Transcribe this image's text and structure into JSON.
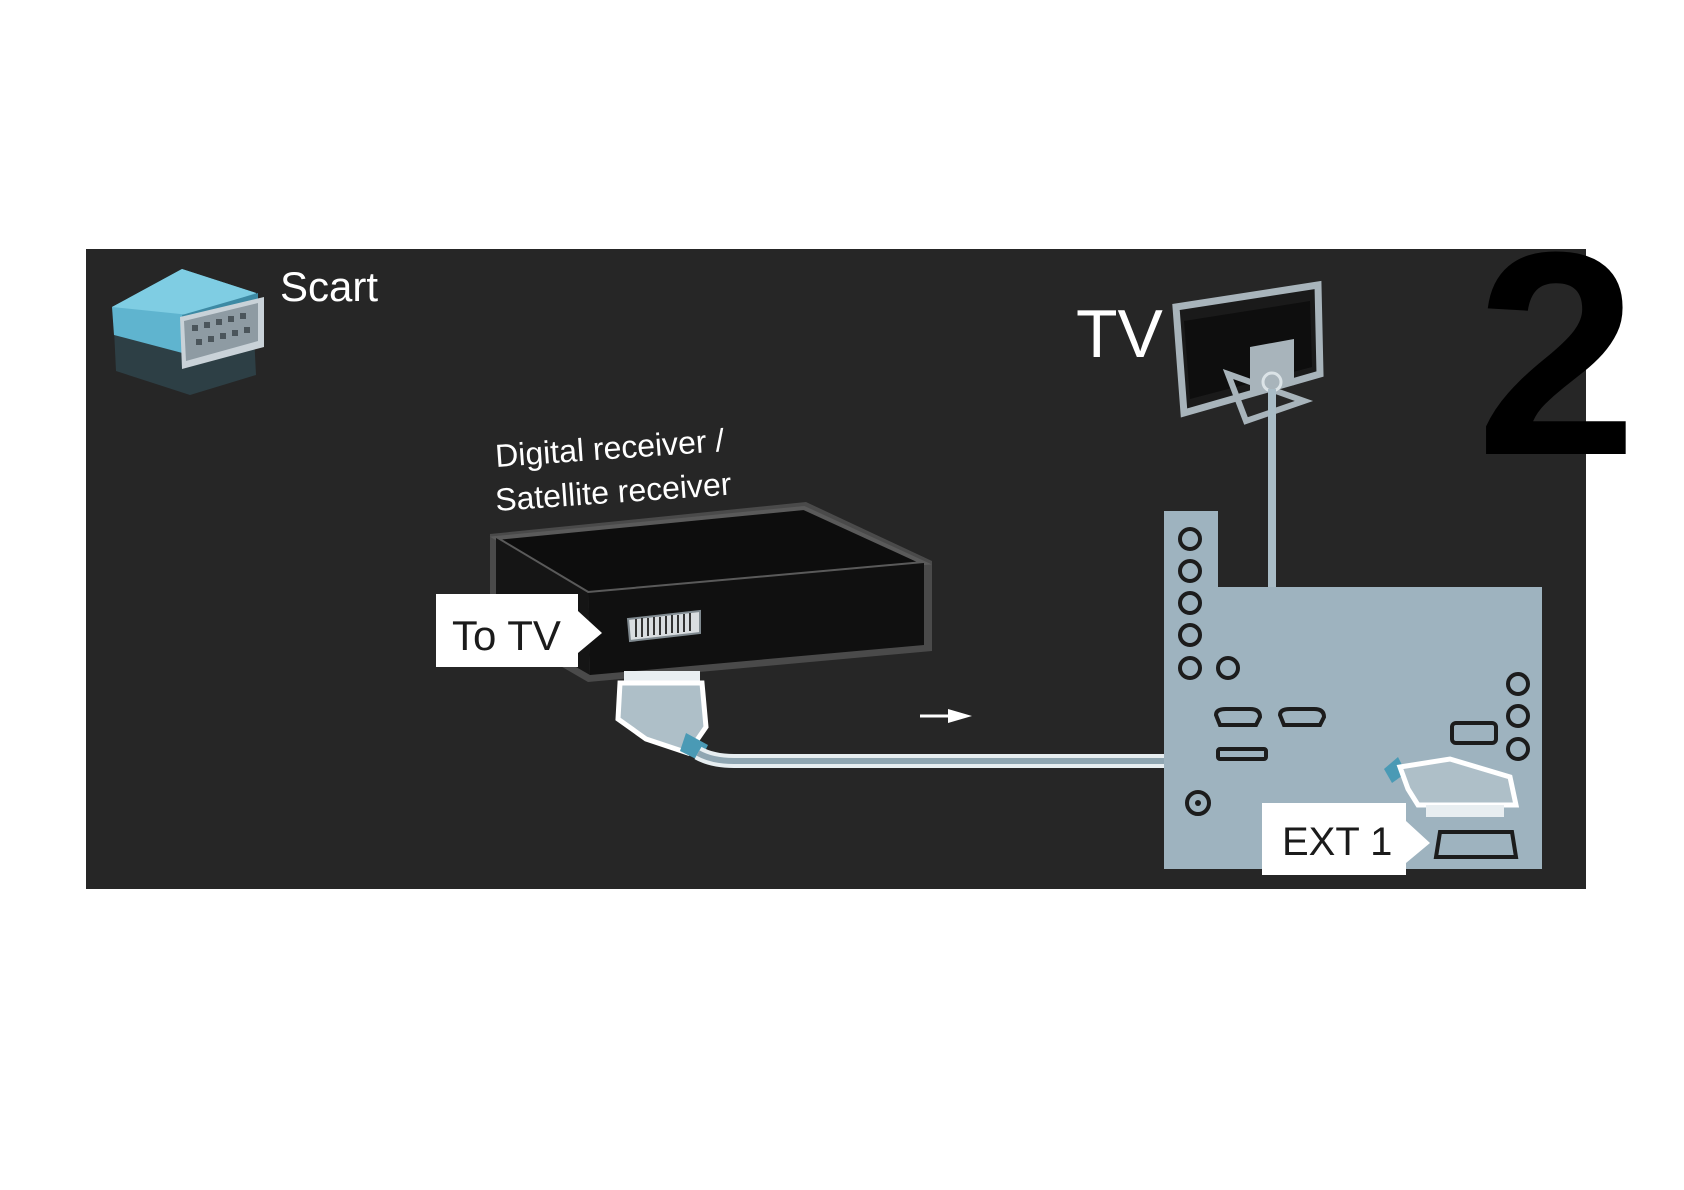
{
  "legend": {
    "connector_name": "Scart"
  },
  "step": {
    "number": "2"
  },
  "tv": {
    "label": "TV"
  },
  "receiver": {
    "label_line1": "Digital receiver /",
    "label_line2": "Satellite receiver"
  },
  "callouts": {
    "to_tv": "To TV",
    "ext1": "EXT 1"
  },
  "colors": {
    "panel": "#262626",
    "tv_connector_panel": "#9eb3bf",
    "cable": "#a9bcc6",
    "connector_blue": "#4a9ab5",
    "step_number": "#000000",
    "label_text": "#ffffff"
  }
}
